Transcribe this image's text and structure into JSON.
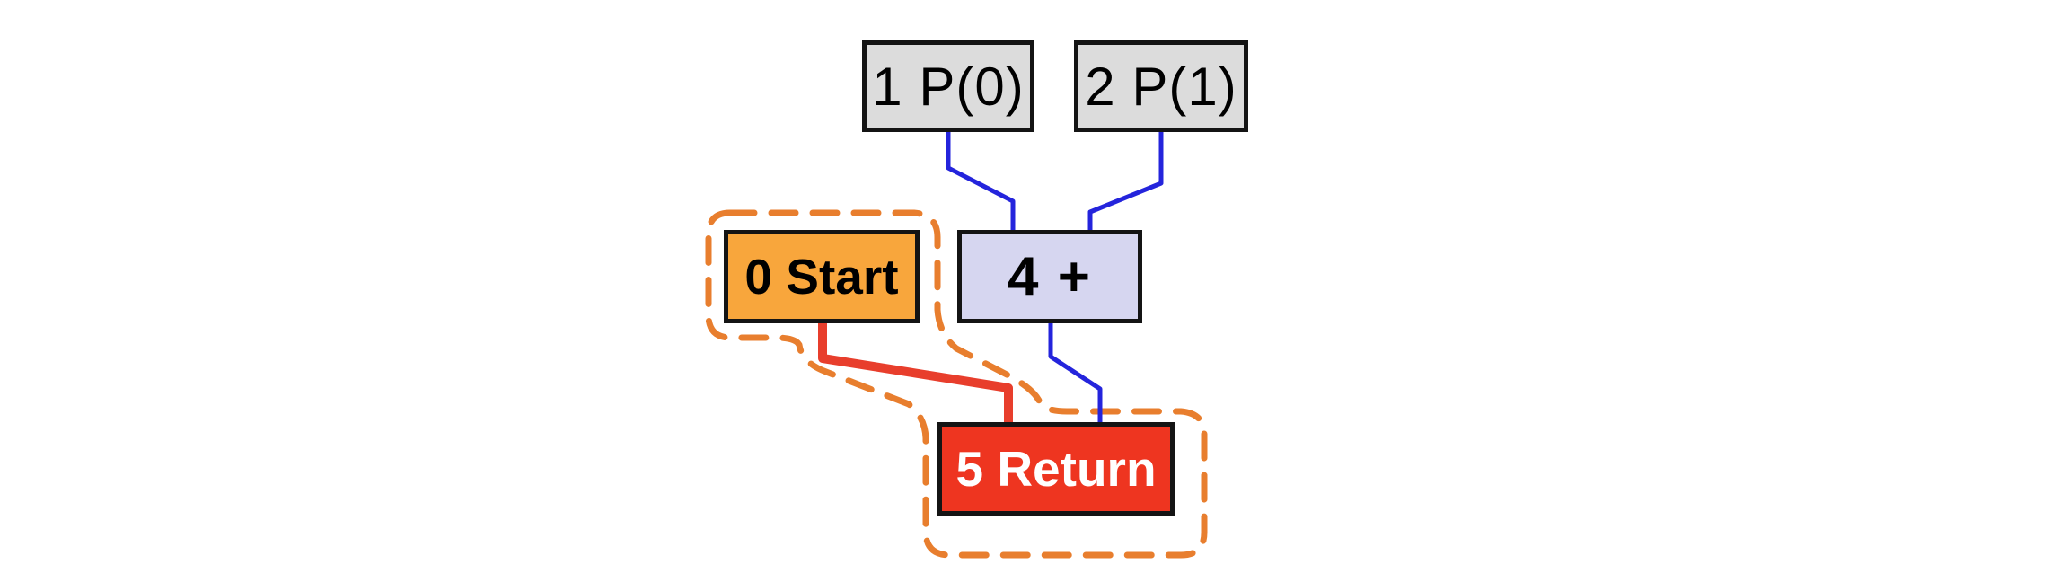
{
  "diagram": {
    "type": "dataflow-graph",
    "background": "#ffffff",
    "node_border_color": "#141414",
    "nodes": {
      "p0": {
        "label": "1 P(0)",
        "fill": "#dcdcdc",
        "text_color": "#000000"
      },
      "p1": {
        "label": "2 P(1)",
        "fill": "#dcdcdc",
        "text_color": "#000000"
      },
      "start": {
        "label": "0 Start",
        "fill": "#f8a63c",
        "text_color": "#000000"
      },
      "plus": {
        "label": "4 +",
        "fill": "#d6d6f0",
        "text_color": "#000000"
      },
      "return": {
        "label": "5 Return",
        "fill": "#ee3520",
        "text_color": "#ffffff"
      }
    },
    "edges": [
      {
        "from": "p0",
        "to": "plus",
        "color": "#2424dc"
      },
      {
        "from": "p1",
        "to": "plus",
        "color": "#2424dc"
      },
      {
        "from": "plus",
        "to": "return",
        "color": "#2424dc"
      },
      {
        "from": "start",
        "to": "return",
        "color": "#e83e2c"
      }
    ],
    "highlight": {
      "style": "dashed",
      "color": "#e87e2e",
      "encloses": "start, start-to-return edge, return"
    }
  }
}
